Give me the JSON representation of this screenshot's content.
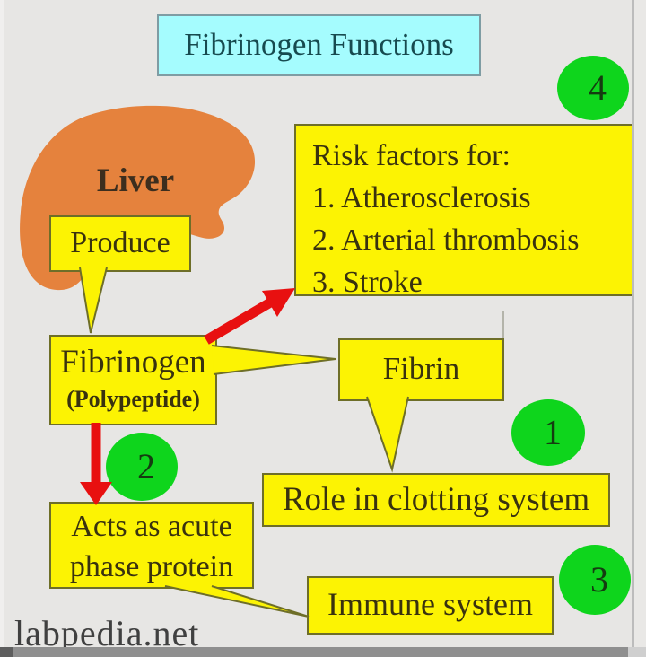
{
  "title": "Fibrinogen Functions",
  "watermark": "labpedia.net",
  "badges": {
    "one": "1",
    "two": "2",
    "three": "3",
    "four": "4"
  },
  "nodes": {
    "liver": "Liver",
    "produce": "Produce",
    "fibrinogen": "Fibrinogen",
    "fibrinogen_sub": "(Polypeptide)",
    "fibrin": "Fibrin",
    "risk": {
      "lines": [
        "Risk factors for:",
        "1. Atherosclerosis",
        "2. Arterial thrombosis",
        "3. Stroke"
      ]
    },
    "role": "Role in clotting system",
    "acts": {
      "lines": [
        "Acts as acute",
        "phase protein"
      ]
    },
    "immune": "Immune system"
  },
  "connections": [
    {
      "from": "liver",
      "via": "produce-callout",
      "to": "fibrinogen",
      "style": "yellow-tail"
    },
    {
      "from": "fibrinogen",
      "to": "risk-factors",
      "style": "red-arrow"
    },
    {
      "from": "fibrinogen",
      "to": "fibrin",
      "style": "yellow-tail"
    },
    {
      "from": "fibrin",
      "to": "role-in-clotting-system",
      "style": "yellow-tail"
    },
    {
      "from": "fibrinogen",
      "to": "acts-as-acute-phase-protein",
      "style": "red-arrow"
    },
    {
      "from": "acts-as-acute-phase-protein",
      "to": "immune-system",
      "style": "yellow-tail"
    }
  ],
  "colors": {
    "background": "#e7e6e4",
    "box_fill": "#fcf303",
    "box_border": "#6e6e28",
    "title_fill": "#a5fcfe",
    "title_border": "#7f9ca3",
    "badge_green": "#0ed51c",
    "arrow_red": "#e81010",
    "liver_orange": "#e5823d",
    "text_dark": "#39320f"
  }
}
